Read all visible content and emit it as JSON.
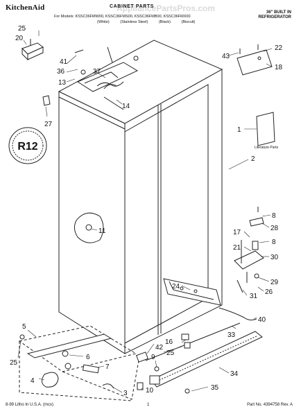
{
  "header": {
    "brand": "KitchenAid",
    "title": "CABINET PARTS",
    "models": "For Models: KSSC36FMW00, KSSC36FMS00, KSSC36FMB00, KSSC36FMX00",
    "finishes": [
      "(White)",
      "(Stainless Steel)",
      "(Black)",
      "(Biscuit)"
    ],
    "right_line1": "36\" BUILT IN",
    "right_line2": "REFRIGERATOR",
    "watermark": "AppliancePartsPros.com"
  },
  "badge": {
    "text": "R12"
  },
  "literature": {
    "label": "Literature Parts"
  },
  "callouts": {
    "c25a": "25",
    "c20": "20",
    "c41": "41",
    "c36": "36",
    "c13": "13",
    "c37": "37",
    "c14": "14",
    "c27": "27",
    "c43": "43",
    "c22": "22",
    "c18": "18",
    "c1": "1",
    "c2": "2",
    "c11": "11",
    "c8a": "8",
    "c28": "28",
    "c17": "17",
    "c8b": "8",
    "c21": "21",
    "c30": "30",
    "c24": "24",
    "c29": "29",
    "c26": "26",
    "c31": "31",
    "c40": "40",
    "c33": "33",
    "c5": "5",
    "c25b": "25",
    "c6": "6",
    "c7": "7",
    "c4": "4",
    "c3": "3",
    "c16": "16",
    "c42": "42",
    "c25c": "25",
    "c9": "9",
    "c10": "10",
    "c34": "34",
    "c35": "35"
  },
  "footer": {
    "left": "8-99 Litho In U.S.A. (mcx)",
    "page": "1",
    "part_no": "Part No. 4394758 Rev. A"
  }
}
